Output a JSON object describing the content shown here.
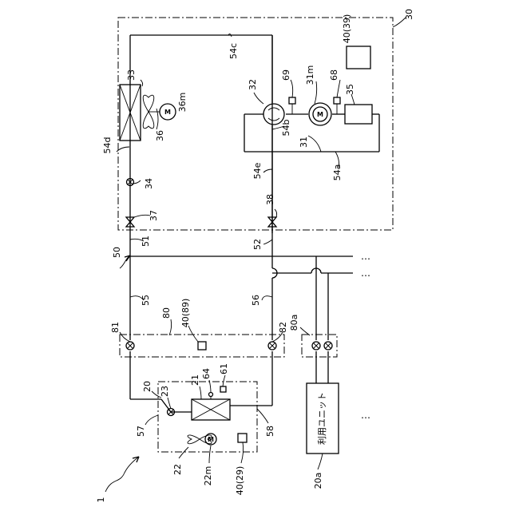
{
  "labels": {
    "l1": "1",
    "l20": "20",
    "l20a": "20a",
    "l21": "21",
    "l22": "22",
    "l22m": "22m",
    "l23": "23",
    "l30": "30",
    "l31": "31",
    "l31m": "31m",
    "l32": "32",
    "l33": "33",
    "l34": "34",
    "l35": "35",
    "l36": "36",
    "l36m": "36m",
    "l37": "37",
    "l38": "38",
    "l40_29": "40(29)",
    "l40_39": "40(39)",
    "l40_89": "40(89)",
    "l50": "50",
    "l51": "51",
    "l52": "52",
    "l54a": "54a",
    "l54b": "54b",
    "l54c": "54c",
    "l54d": "54d",
    "l54e": "54e",
    "l55": "55",
    "l56": "56",
    "l57": "57",
    "l58": "58",
    "l61": "61",
    "l64": "64",
    "l68": "68",
    "l69": "69",
    "l80": "80",
    "l80a": "80a",
    "l81": "81",
    "l82": "82"
  },
  "usage_unit_text": "利用ユニット",
  "motor_symbol": "M",
  "continuation_dots": "…",
  "icons": [
    "motor-icon",
    "fan-icon",
    "valve-icon",
    "sensor-icon",
    "heat-exchanger-icon",
    "four-way-valve-icon"
  ]
}
